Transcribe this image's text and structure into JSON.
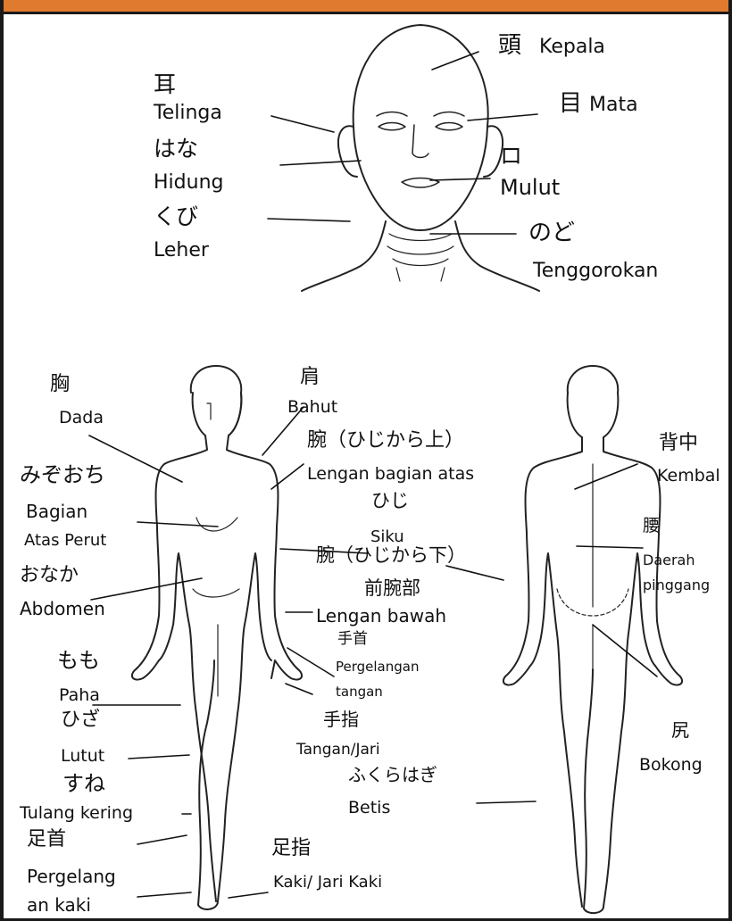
{
  "colors": {
    "banner": "#e07a2e",
    "frame": "#1a1a1a",
    "ink": "#111111"
  },
  "head": {
    "kepala_jp": "頭",
    "kepala_id": "Kepala",
    "mata_jp": "目",
    "mata_id": "Mata",
    "telinga_jp": "耳",
    "telinga_id": "Telinga",
    "hidung_jp": "はな",
    "hidung_id": "Hidung",
    "mulut_jp": "ロ",
    "mulut_id": "Mulut",
    "leher_jp": "くび",
    "leher_id": "Leher",
    "tenggorokan_jp": "のど",
    "tenggorokan_id": "Tenggorokan"
  },
  "front": {
    "dada_jp": "胸",
    "dada_id": "Dada",
    "bahu_jp": "肩",
    "bahu_id": "Bahut",
    "lengan_atas_jp": "腕（ひじから上）",
    "lengan_atas_id": "Lengan bagian atas",
    "siku_jp": "ひじ",
    "siku_id": "Siku",
    "ulu_hati_jp": "みぞおち",
    "ulu_hati_id1": "Bagian",
    "ulu_hati_id2": "Atas Perut",
    "lengan_bawah_jp1": "腕（ひじから下）",
    "lengan_bawah_jp2": "前腕部",
    "lengan_bawah_id": "Lengan bawah",
    "perut_jp": "おなか",
    "perut_id": "Abdomen",
    "pergelangan_tangan_jp": "手首",
    "pergelangan_tangan_id1": "Pergelangan",
    "pergelangan_tangan_id2": "tangan",
    "paha_jp": "もも",
    "paha_id": "Paha",
    "jari_tangan_jp": "手指",
    "jari_tangan_id": "Tangan/Jari",
    "lutut_jp": "ひざ",
    "lutut_id": "Lutut",
    "tulang_kering_jp": "すね",
    "tulang_kering_id": "Tulang kering",
    "pergelangan_kaki_jp": "足首",
    "pergelangan_kaki_id1": "Pergelang",
    "pergelangan_kaki_id2": "an kaki",
    "jari_kaki_jp": "足指",
    "jari_kaki_id": "Kaki/ Jari Kaki"
  },
  "back": {
    "punggung_jp": "背中",
    "punggung_id": "Kembal",
    "pinggang_jp": "腰",
    "pinggang_id1": "Daerah",
    "pinggang_id2": "pinggang",
    "bokong_jp": "尻",
    "bokong_id": "Bokong",
    "betis_jp": "ふくらはぎ",
    "betis_id": "Betis"
  }
}
